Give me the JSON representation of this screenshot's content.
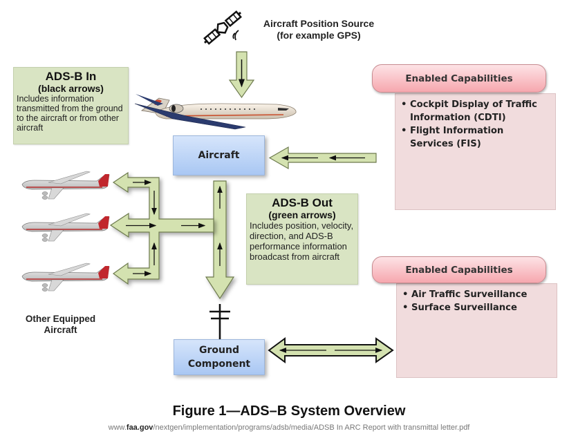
{
  "colors": {
    "arrow_fill": "#d4e2b0",
    "arrow_stroke": "#6d7a4e",
    "note_bg": "#d9e4c3",
    "component_box": "#bcd4f6",
    "capability_pill": "#f8b8bd",
    "capability_panel": "#f1dcdd",
    "airplane_tail_red": "#c1272d"
  },
  "gps": {
    "icon": "satellite-icon",
    "label_line1": "Aircraft Position Source",
    "label_line2": "(for example GPS)"
  },
  "adsb_in": {
    "title": "ADS-B In",
    "subtitle": "(black arrows)",
    "body": "Includes information transmitted from the ground to the  aircraft or from other aircraft"
  },
  "adsb_out": {
    "title": "ADS-B Out",
    "subtitle": "(green arrows)",
    "body": "Includes position, velocity, direction, and ADS-B performance information broadcast from aircraft"
  },
  "components": {
    "aircraft": "Aircraft",
    "ground_line1": "Ground",
    "ground_line2": "Component"
  },
  "capabilities_top": {
    "title": "Enabled Capabilities",
    "items": [
      "Cockpit Display of Traffic Information (CDTI)",
      "Flight Information Services (FIS)"
    ],
    "image": "cockpit-traffic-display-icon"
  },
  "capabilities_bottom": {
    "title": "Enabled Capabilities",
    "items": [
      "Air Traffic Surveillance",
      "Surface Surveillance"
    ],
    "image": "radar-scope-icon"
  },
  "other_aircraft": {
    "label_line1": "Other Equipped",
    "label_line2": "Aircraft",
    "count": 3
  },
  "figure": {
    "title": "Figure 1—ADS–B System Overview",
    "source_prefix": "www.",
    "source_domain": "faa.gov",
    "source_path": "/nextgen/implementation/programs/adsb/media/ADSB In ARC Report with transmittal letter.pdf"
  }
}
